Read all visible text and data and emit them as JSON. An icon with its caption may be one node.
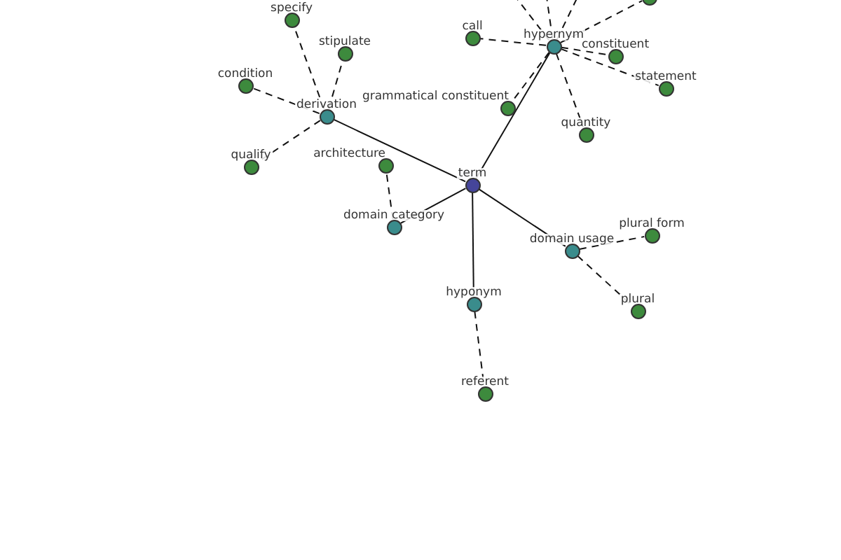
{
  "diagram": {
    "nodes": [
      {
        "text": [
          "term"
        ]
      },
      {
        "text": [
          "derivation"
        ]
      },
      {
        "text": [
          "hypernym"
        ]
      },
      {
        "text": [
          "domain category"
        ]
      },
      {
        "text": [
          "domain usage"
        ]
      },
      {
        "text": [
          "hyponym"
        ]
      },
      {
        "text": [
          "specify"
        ]
      },
      {
        "text": [
          "stipulate"
        ]
      },
      {
        "text": [
          "condition"
        ]
      },
      {
        "text": [
          "qualify"
        ]
      },
      {
        "text": [
          "architecture"
        ]
      },
      {
        "text": [
          "call"
        ]
      },
      {
        "text": [
          "constituent"
        ]
      },
      {
        "text": [
          "statement"
        ]
      },
      {
        "text": [
          "grammatical constituent"
        ]
      },
      {
        "text": [
          "quantity"
        ]
      },
      {
        "text": [
          "plural form"
        ]
      },
      {
        "text": [
          "plural"
        ]
      },
      {
        "text": [
          "referent"
        ]
      },
      {
        "text": [],
        "shape": "circle"
      }
    ],
    "edges": [
      {
        "from": 0,
        "to": 1,
        "arrow": "none"
      },
      {
        "from": 0,
        "to": 2,
        "arrow": "none"
      },
      {
        "from": 0,
        "to": 3,
        "arrow": "none"
      },
      {
        "from": 0,
        "to": 4,
        "arrow": "none"
      },
      {
        "from": 0,
        "to": 5,
        "arrow": "none"
      },
      {
        "from": 1,
        "to": 6,
        "arrow": "none",
        "style": "dashed"
      },
      {
        "from": 1,
        "to": 7,
        "arrow": "none",
        "style": "dashed"
      },
      {
        "from": 1,
        "to": 8,
        "arrow": "none",
        "style": "dashed"
      },
      {
        "from": 1,
        "to": 9,
        "arrow": "none",
        "style": "dashed"
      },
      {
        "from": 2,
        "to": 11,
        "arrow": "none",
        "style": "dashed"
      },
      {
        "from": 2,
        "to": 12,
        "arrow": "none",
        "style": "dashed"
      },
      {
        "from": 2,
        "to": 13,
        "arrow": "none",
        "style": "dashed"
      },
      {
        "from": 2,
        "to": 14,
        "arrow": "none",
        "style": "dashed"
      },
      {
        "from": 2,
        "to": 15,
        "arrow": "none",
        "style": "dashed"
      },
      {
        "from": 2,
        "to": 19,
        "arrow": "none",
        "style": "dashed"
      },
      {
        "from": 2,
        "to": null,
        "arrow": "none",
        "style": "dashed"
      },
      {
        "from": 2,
        "to": null,
        "arrow": "none",
        "style": "dashed"
      },
      {
        "from": 2,
        "to": null,
        "arrow": "none",
        "style": "dashed"
      },
      {
        "from": 3,
        "to": 10,
        "arrow": "none",
        "style": "dashed"
      },
      {
        "from": 4,
        "to": 16,
        "arrow": "none",
        "style": "dashed"
      },
      {
        "from": 4,
        "to": 17,
        "arrow": "none",
        "style": "dashed"
      },
      {
        "from": 5,
        "to": 18,
        "arrow": "none",
        "style": "dashed"
      }
    ]
  }
}
